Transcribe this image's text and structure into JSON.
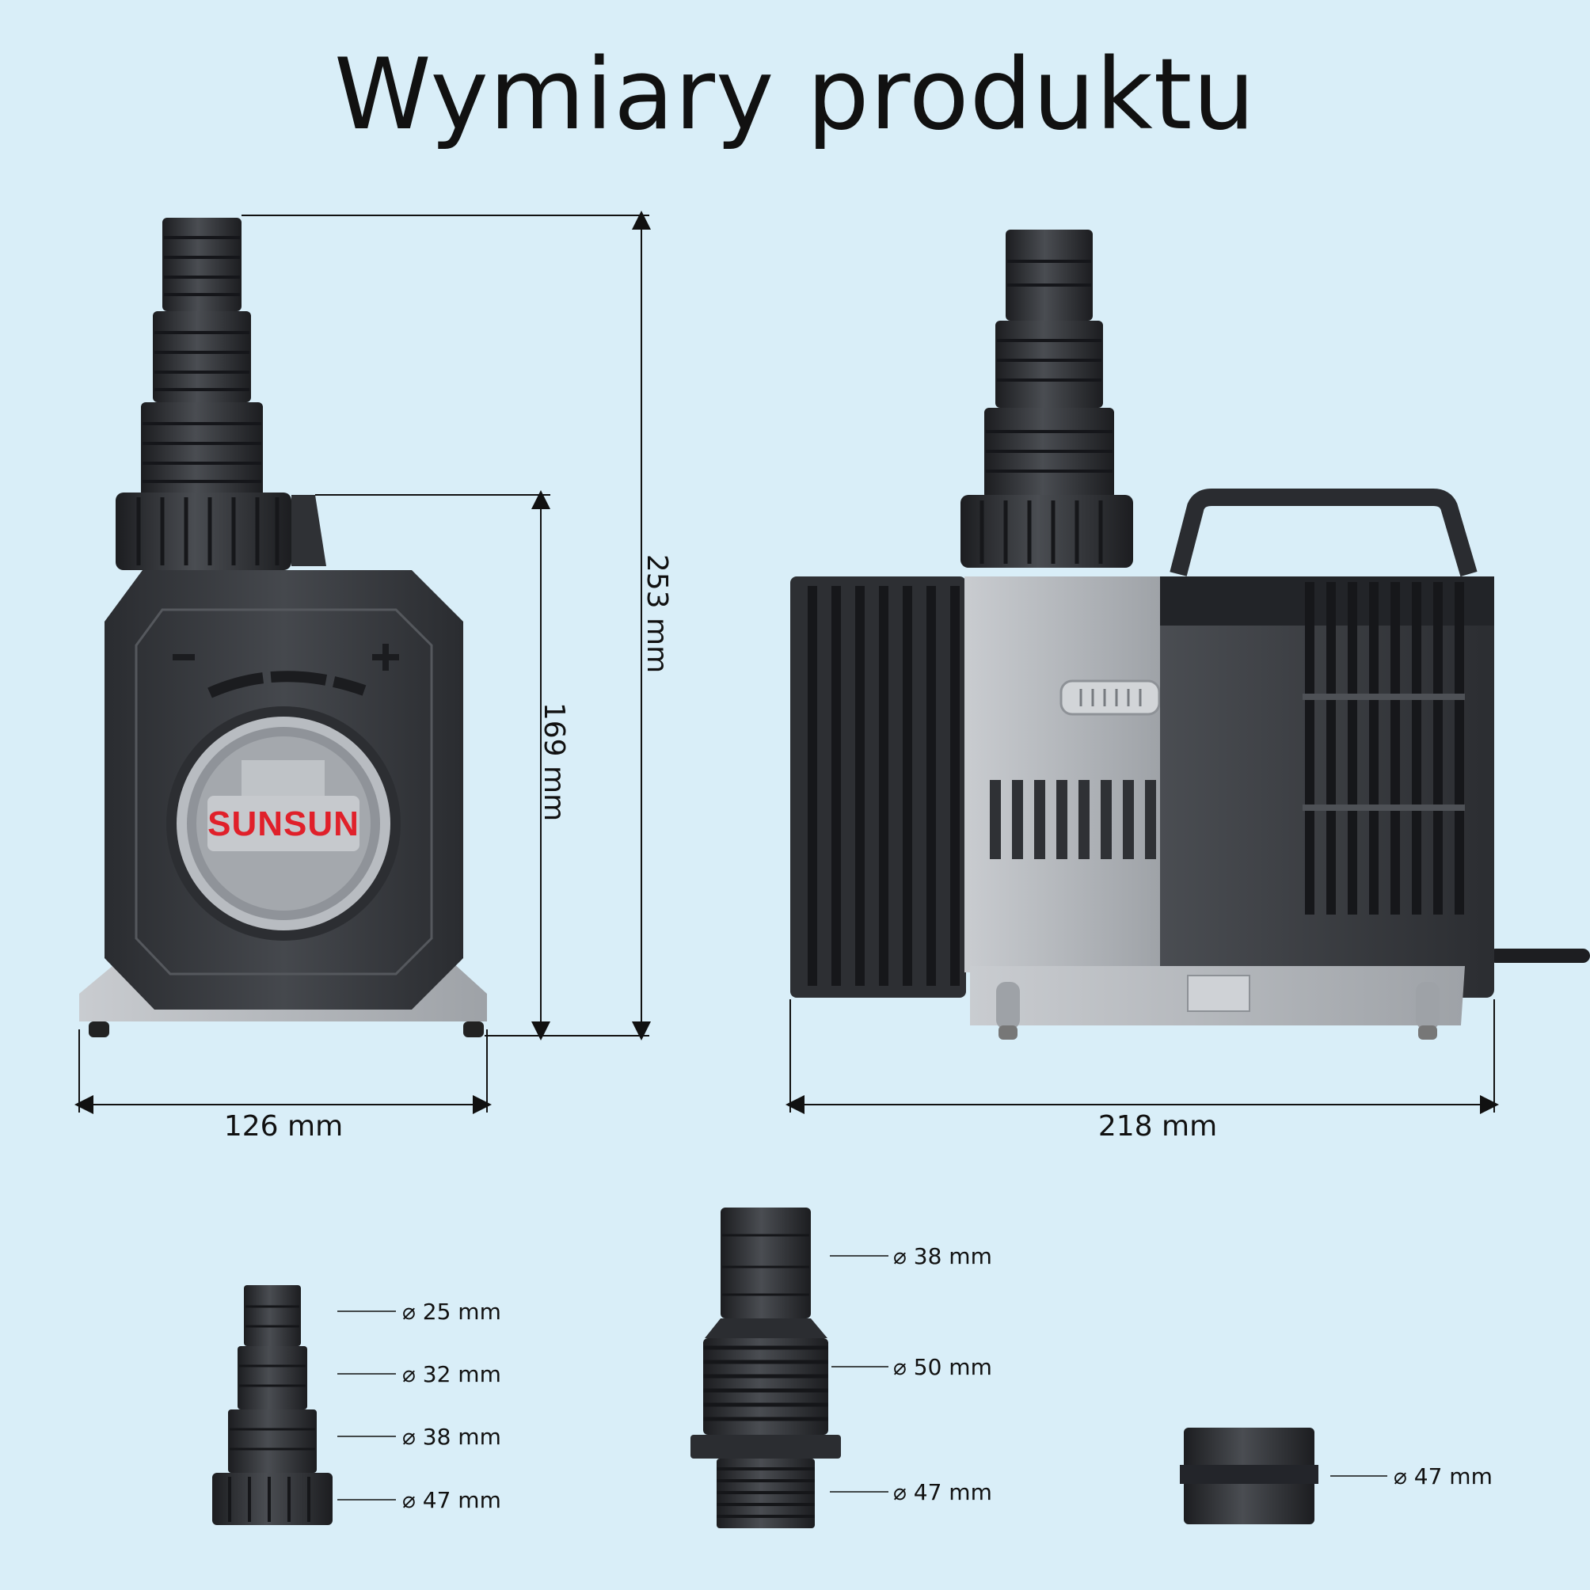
{
  "title": "Wymiary produktu",
  "brand_logo": "SUNSUN",
  "dimensions": {
    "front_width": "126 mm",
    "side_width": "218 mm",
    "total_height": "253 mm",
    "body_height": "169 mm"
  },
  "adapters": {
    "stepped": [
      "⌀ 25 mm",
      "⌀ 32 mm",
      "⌀ 38 mm",
      "⌀ 47 mm"
    ],
    "threaded": [
      "⌀ 38 mm",
      "⌀ 50 mm",
      "⌀ 47 mm"
    ],
    "coupler": [
      "⌀ 47 mm"
    ]
  },
  "colors": {
    "background": "#d9eef8",
    "pump_dark": "#3a3c40",
    "pump_grey": "#a9adb2",
    "brand_red": "#e0202a"
  }
}
